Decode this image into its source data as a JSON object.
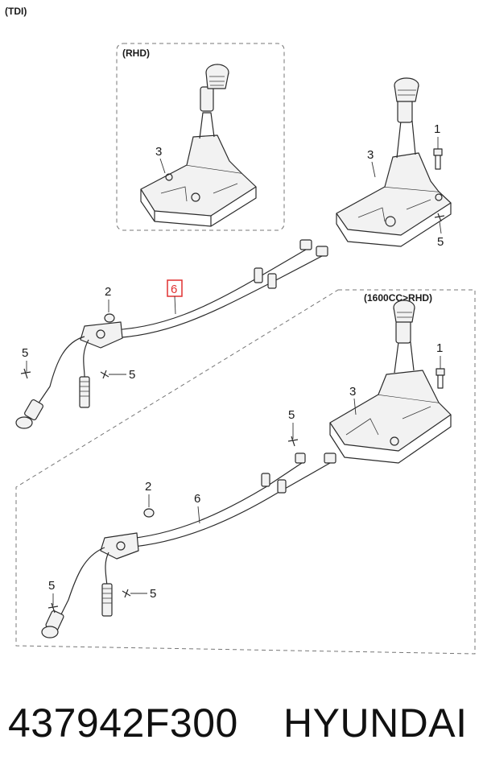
{
  "headers": {
    "top_variant": "(TDI)",
    "rhd_box": "(RHD)",
    "lower_box": "(1600CC>RHD)"
  },
  "callouts": {
    "top_rhd_3": "3",
    "top_main_1": "1",
    "top_main_3": "3",
    "top_main_5": "5",
    "cable_2": "2",
    "cable_6_highlighted": "6",
    "cable_left_5": "5",
    "cable_right_5": "5",
    "lower_1": "1",
    "lower_3": "3",
    "lower_5_top": "5",
    "lower_2": "2",
    "lower_6": "6",
    "lower_left_5": "5",
    "lower_right_5": "5"
  },
  "highlight": {
    "part_number": "6",
    "color": "#e03030"
  },
  "footer": {
    "part_code": "437942F300",
    "brand": "HYUNDAI"
  }
}
